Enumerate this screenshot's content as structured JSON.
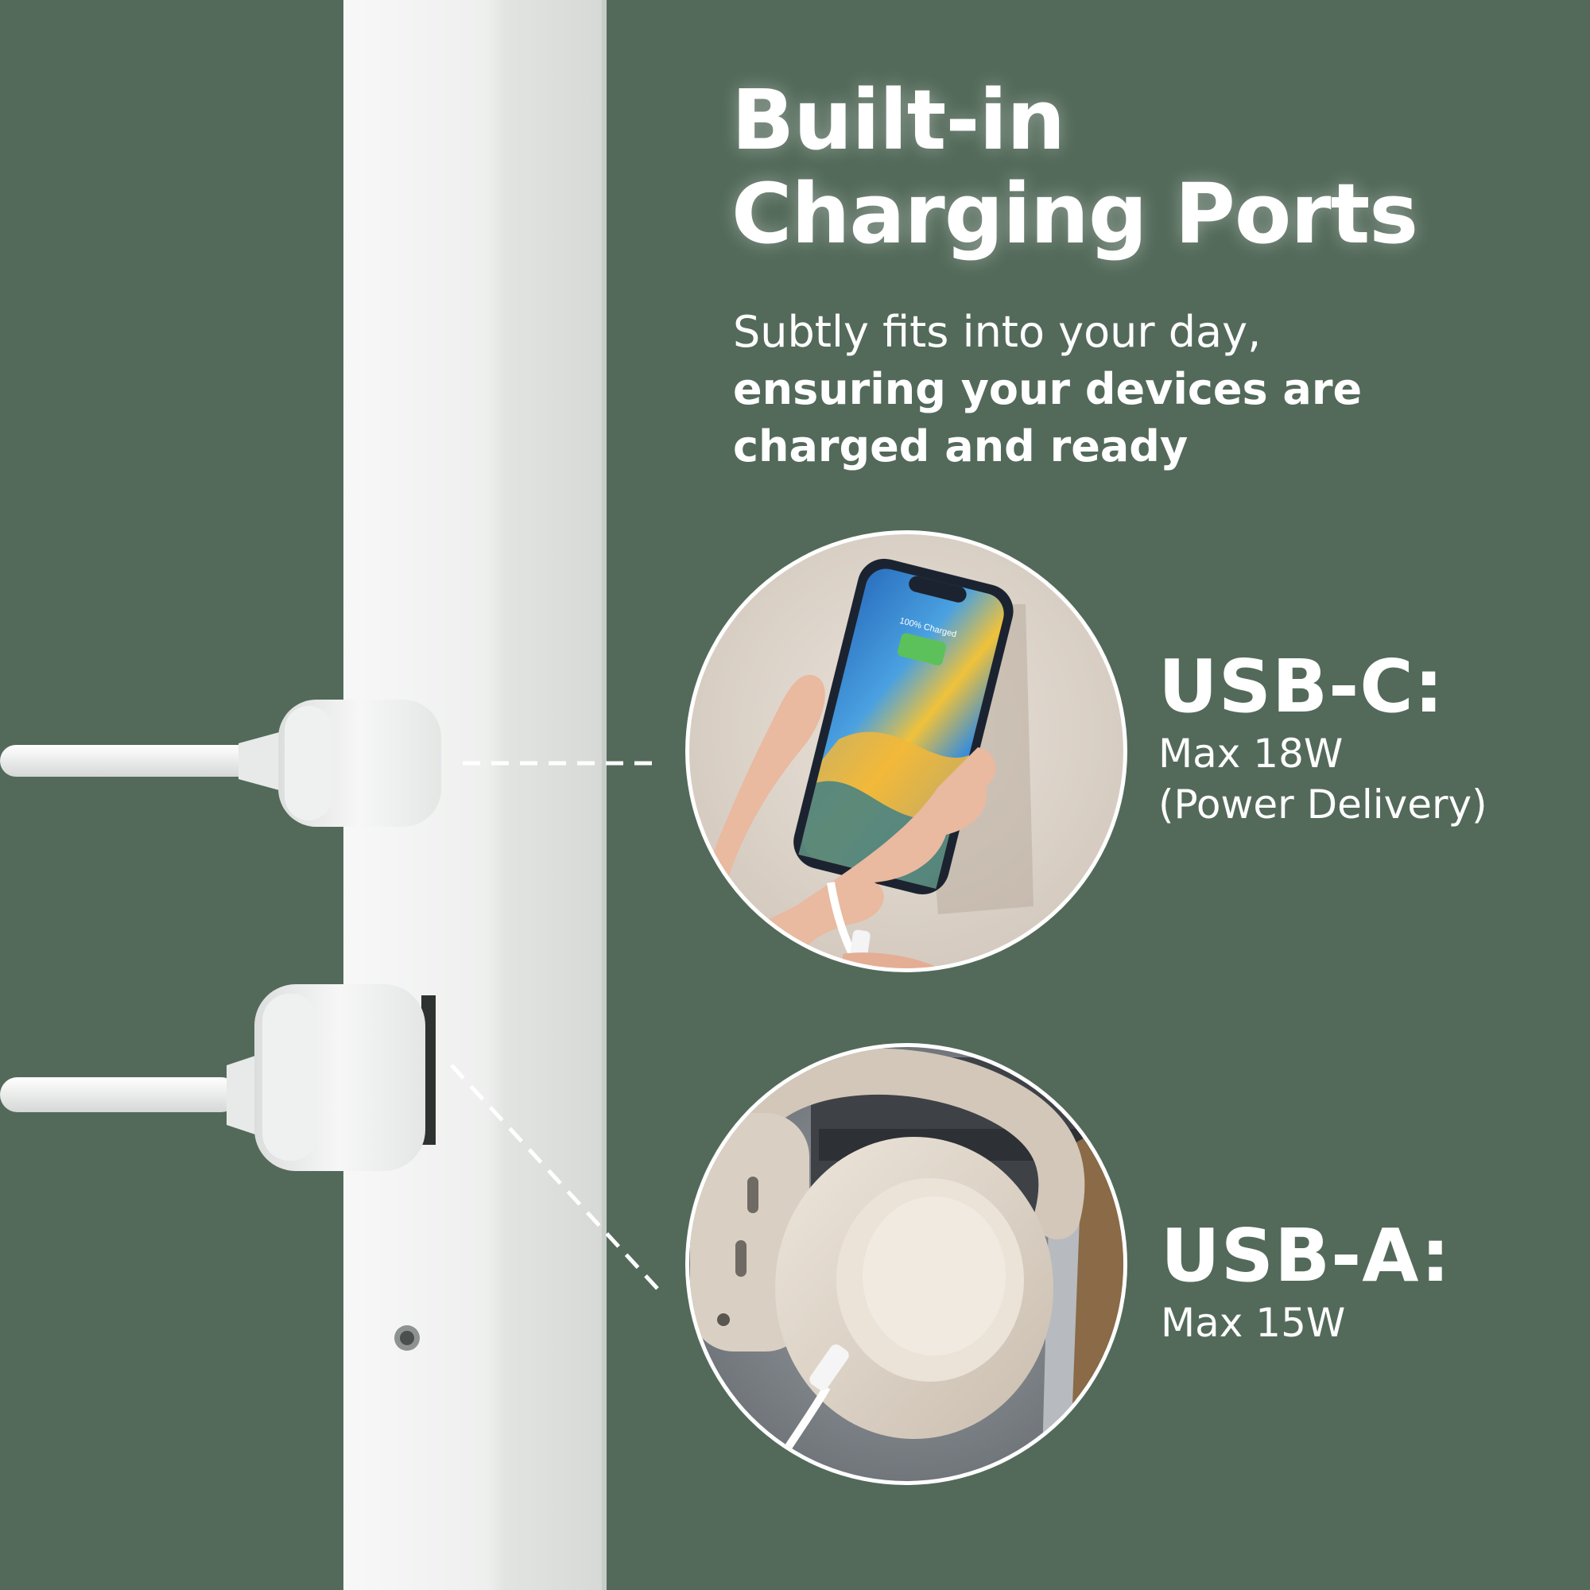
{
  "headline": {
    "line1": "Built-in",
    "line2": "Charging Ports"
  },
  "tagline": {
    "light": "Subtly fits into your day,",
    "bold_line1": "ensuring your devices are",
    "bold_line2": "charged and ready"
  },
  "phone_screen_text": "100% Charged",
  "ports": [
    {
      "title": "USB-C:",
      "details": [
        "Max 18W",
        "(Power Delivery)"
      ]
    },
    {
      "title": "USB-A:",
      "details": [
        "Max 15W"
      ]
    }
  ],
  "colors": {
    "background": "#536a5a",
    "panel": "#f1f2f1",
    "text": "#ffffff"
  }
}
